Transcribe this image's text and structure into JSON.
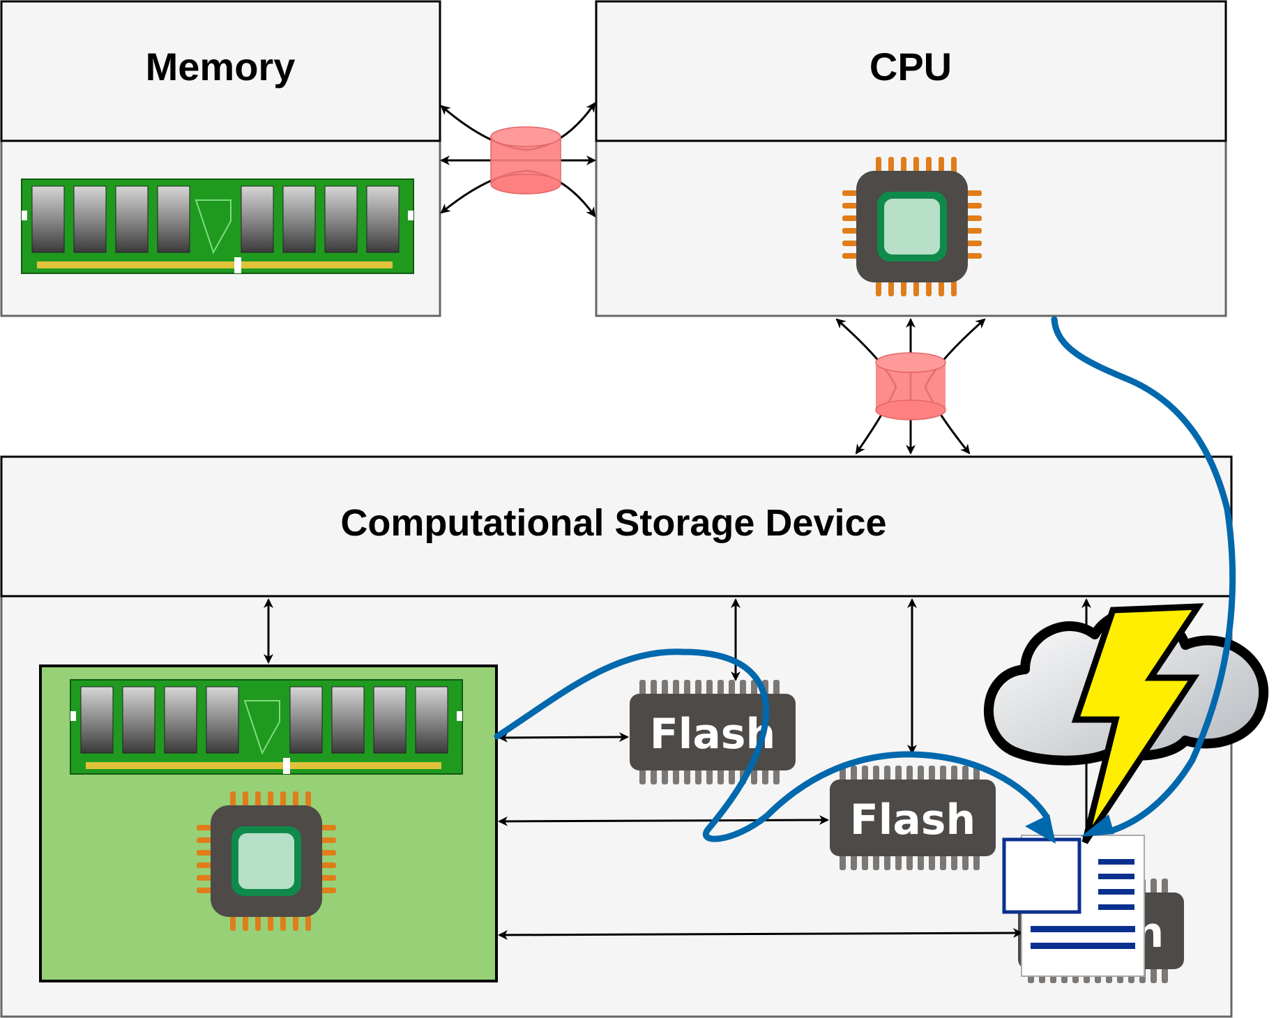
{
  "boxes": {
    "memory": {
      "label": "Memory"
    },
    "cpu": {
      "label": "CPU"
    },
    "csd": {
      "label": "Computational Storage Device"
    }
  },
  "flash_chips": [
    {
      "label": "Flash"
    },
    {
      "label": "Flash"
    },
    {
      "label": "Flash"
    }
  ],
  "icons": {
    "memory": "ram-module-icon",
    "cpu": "cpu-chip-icon",
    "interconnect": "interconnect-cylinder-icon",
    "storm": "storm-cloud-lightning-icon",
    "document": "document-icon",
    "flash": "flash-chip-icon"
  },
  "colors": {
    "box_fill": "#f5f5f5",
    "box_border": "#000000",
    "panel_border": "#666666",
    "compute_panel": "#97d077",
    "interconnect": "#ff8080",
    "data_flow": "#0068ad",
    "flash_chip": "#4d4a47",
    "pins": "#e07d1a",
    "lightning": "#ffee00",
    "document_lines": "#0a318f"
  }
}
